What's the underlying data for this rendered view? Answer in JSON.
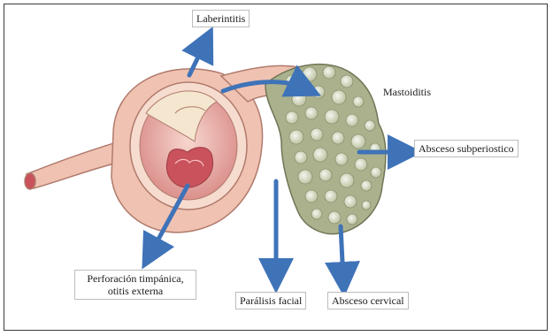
{
  "labels": {
    "laberintitis": "Laberintitis",
    "mastoiditis": "Mastoiditis",
    "absceso_subperiostico": "Absceso subperiostico",
    "perforacion_line1": "Perforación timpánica,",
    "perforacion_line2": "otitis externa",
    "paralisis_facial": "Parálisis facial",
    "absceso_cervical": "Absceso cervical"
  },
  "colors": {
    "arrow": "#3f73b8",
    "ear_tissue": "#f0c2b2",
    "ear_outline": "#b07a6c",
    "eardrum": "#f4e6cf",
    "canal_inner": "#c9525c",
    "mastoid": "#aab18c",
    "mastoid_cell": "#e3e7d8"
  }
}
